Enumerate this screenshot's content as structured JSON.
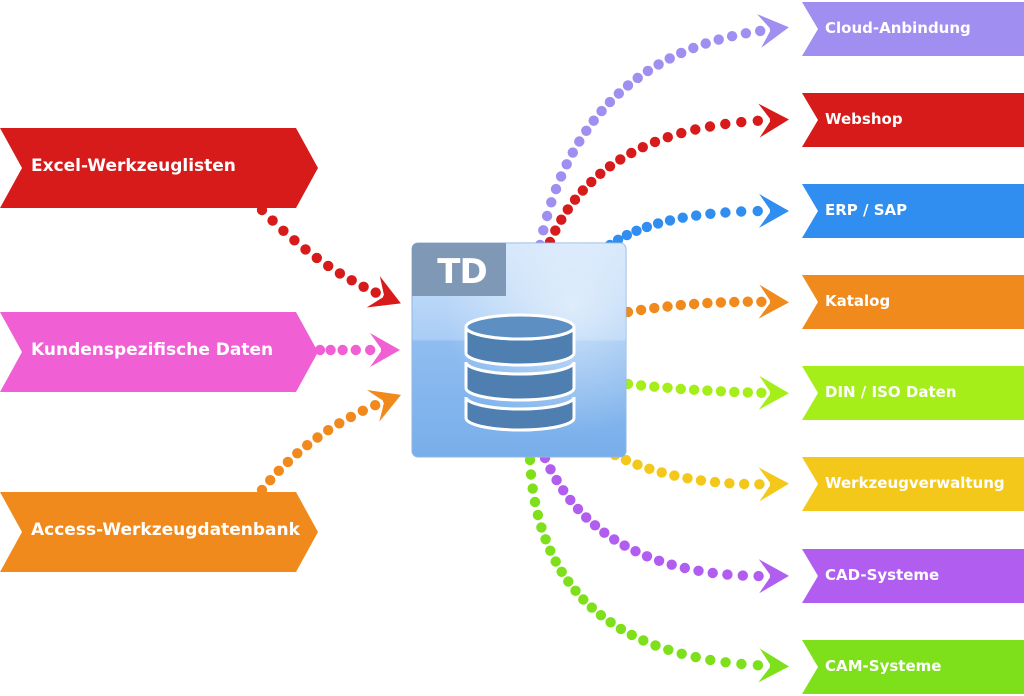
{
  "hub": {
    "logo_text": "TD",
    "icon": "database-icon"
  },
  "sources": [
    {
      "label": "Excel-Werkzeuglisten",
      "color": "#d71a1a"
    },
    {
      "label": "Kundenspezifische Daten",
      "color": "#f05fd4"
    },
    {
      "label": "Access-Werkzeugdatenbank",
      "color": "#f08a1c"
    }
  ],
  "targets": [
    {
      "label": "Cloud-Anbindung",
      "color": "#a08ef0"
    },
    {
      "label": "Webshop",
      "color": "#d71a1a"
    },
    {
      "label": "ERP / SAP",
      "color": "#2f8ef0"
    },
    {
      "label": "Katalog",
      "color": "#f08a1c"
    },
    {
      "label": "DIN / ISO Daten",
      "color": "#a6ee1a"
    },
    {
      "label": "Werkzeugverwaltung",
      "color": "#f3c81a"
    },
    {
      "label": "CAD-Systeme",
      "color": "#b15ef0"
    },
    {
      "label": "CAM-Systeme",
      "color": "#7ee01a"
    }
  ]
}
